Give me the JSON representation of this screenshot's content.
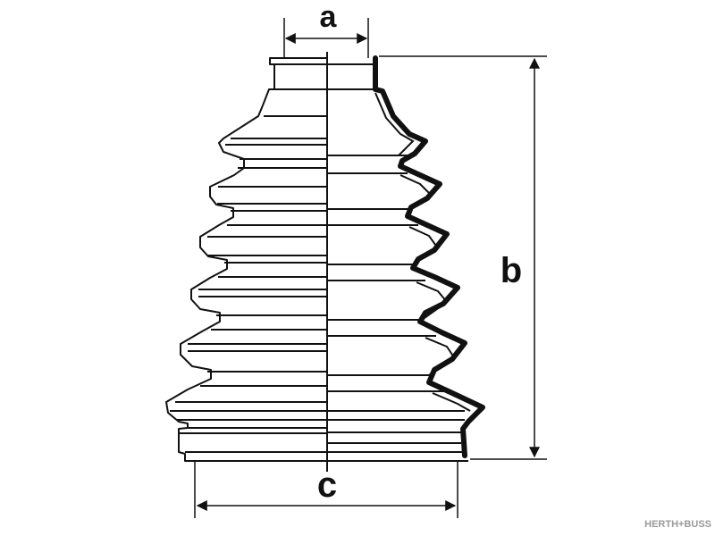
{
  "diagram": {
    "labels": {
      "a": "a",
      "b": "b",
      "c": "c"
    },
    "watermark": {
      "text": "HERTH+BUSS"
    }
  },
  "colors": {
    "line": "#111111",
    "background": "#ffffff",
    "watermark": "#9a9a9a"
  }
}
